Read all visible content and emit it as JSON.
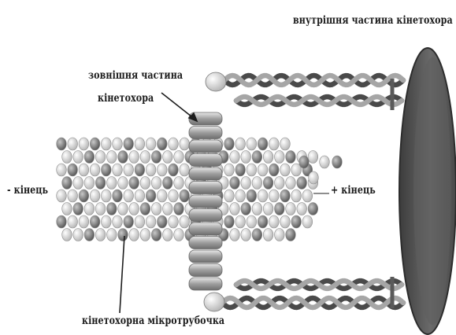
{
  "labels": {
    "inner_kinetochore": "внутрішня частина кінетохора",
    "outer_kinetochore_line1": "зовнішня частина",
    "outer_kinetochore_line2": "кінетохора",
    "minus_end": "- кінець",
    "plus_end": "+ кінець",
    "kinetochore_microtubule": "кінетохорна мікротрубочка"
  },
  "colors": {
    "background": "#ffffff",
    "plate": "#5a5a5a",
    "plate_edge": "#2c2c2c",
    "bead_dark": "#6c6c6c",
    "bead_light": "#d6d6d6",
    "ring": "#9a9a9a",
    "strand_dark": "#4a4a4a",
    "strand_light": "#a6a6a6",
    "text": "#1d1d1d"
  }
}
